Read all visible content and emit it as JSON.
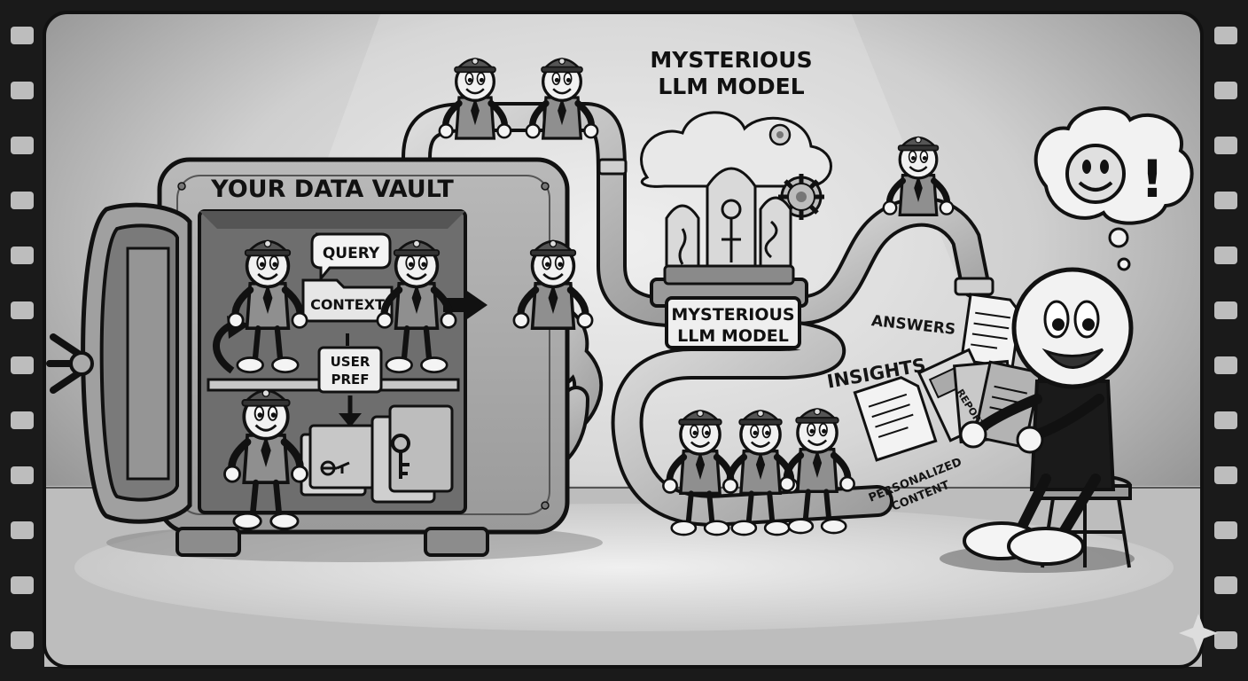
{
  "labels": {
    "vault_title": "YOUR DATA VAULT",
    "query": "QUERY",
    "context": "CONTEXT",
    "user_pref_1": "USER",
    "user_pref_2": "PREF",
    "model_top_1": "MYSTERIOUS",
    "model_top_2": "LLM MODEL",
    "model_sign_1": "MYSTERIOUS",
    "model_sign_2": "LLM MODEL",
    "answers": "ANSWERS",
    "insights": "INSIGHTS",
    "reports": "REPORTS",
    "personalized_1": "PERSONALIZED",
    "personalized_2": "CONTENT",
    "exclaim": "!"
  },
  "colors": {
    "frame": "#1a1a1a",
    "backdrop": "#b9b9b9",
    "spotlight": "#e4e4e4",
    "floor": "#d6d6d6",
    "ink": "#111111",
    "paper": "#f2f2f2",
    "metal": "#a8a8a8",
    "pipe": "#c4c4c4"
  }
}
